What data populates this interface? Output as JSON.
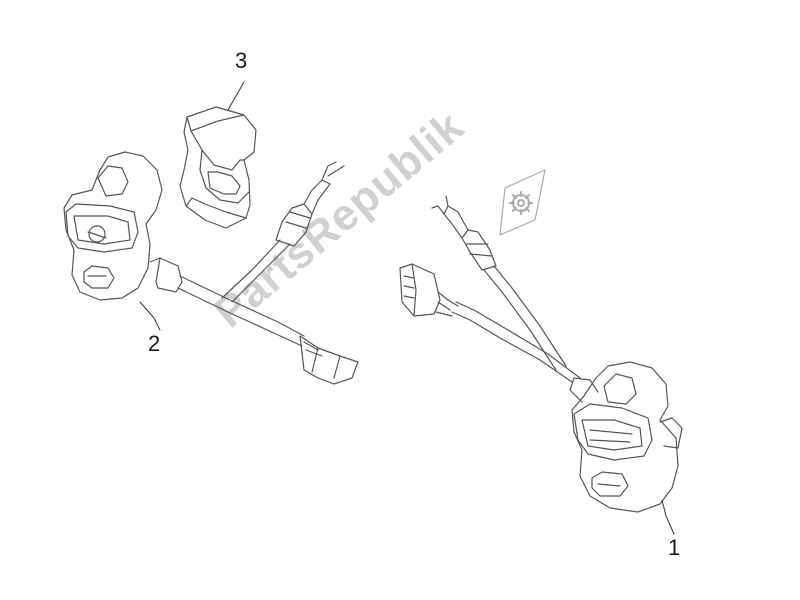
{
  "diagram": {
    "parts": [
      {
        "number": "1",
        "name": "right-handlebar-switch"
      },
      {
        "number": "2",
        "name": "left-handlebar-switch"
      },
      {
        "number": "3",
        "name": "switch-cover-clamp"
      }
    ]
  },
  "watermark": {
    "text": "PartsRepublik",
    "icon": "gear-icon"
  },
  "colors": {
    "line": "#555555",
    "watermark": "#aaaaaa"
  }
}
